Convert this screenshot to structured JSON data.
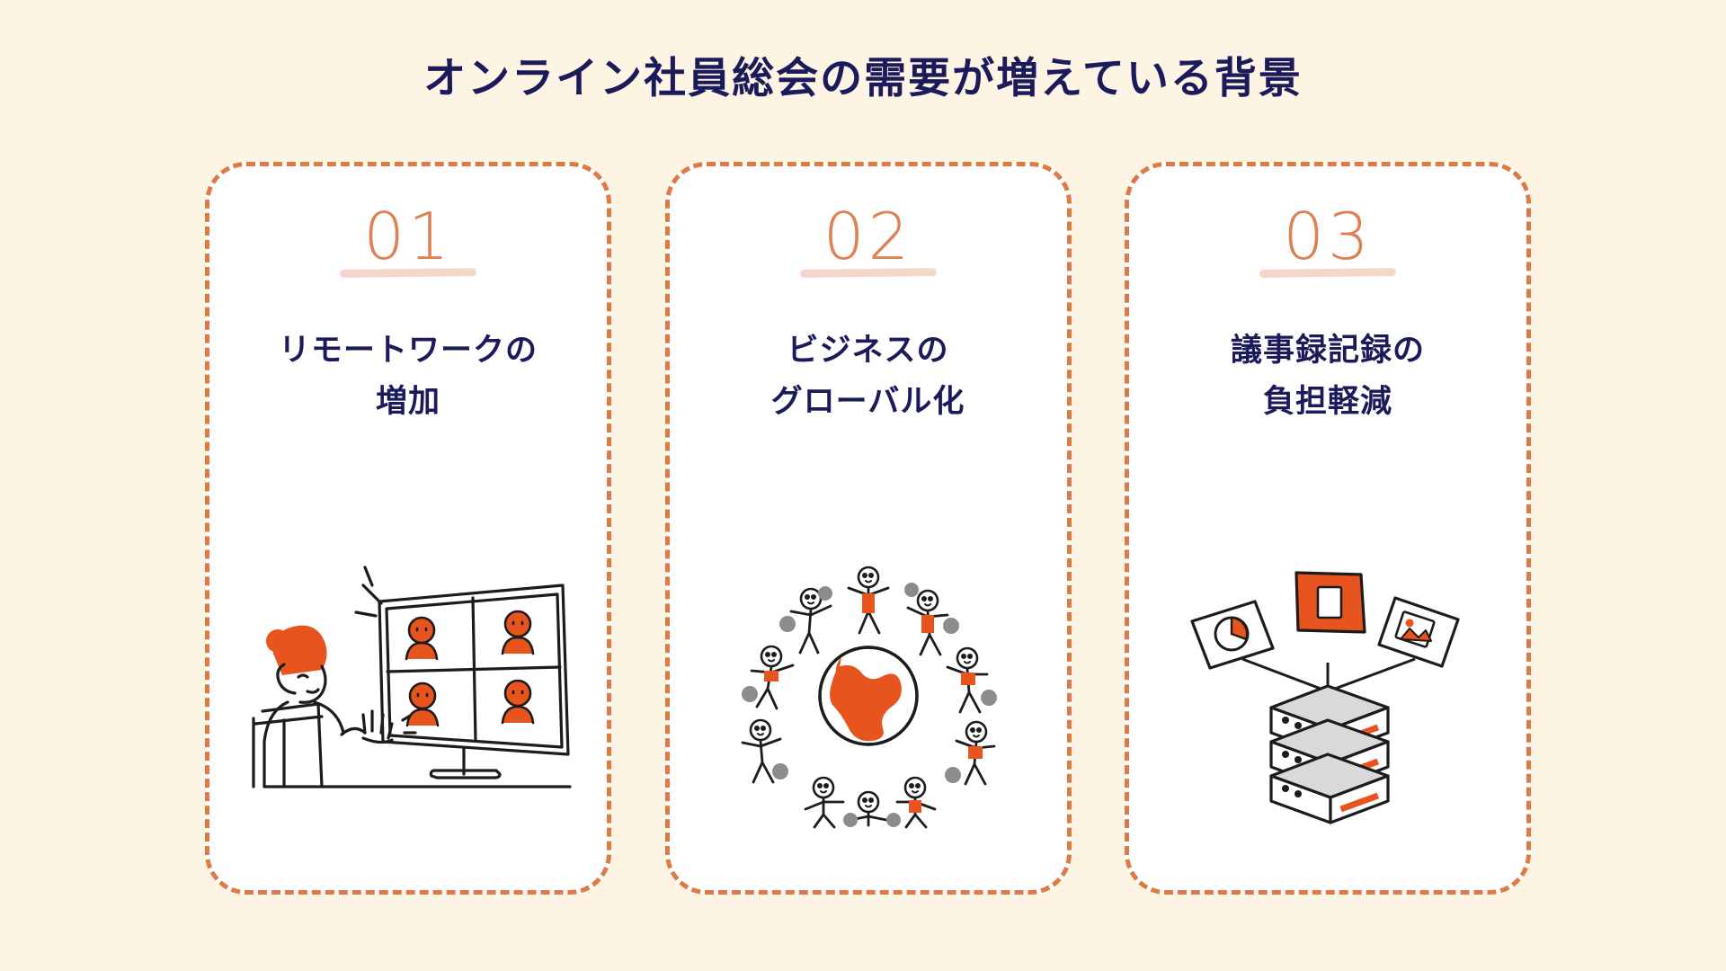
{
  "page": {
    "title": "オンライン社員総会の需要が増えている背景",
    "background_color": "#FDF4E3",
    "title_color": "#1B1B5C",
    "accent_color": "#DE7A45",
    "number_color": "#DD8254",
    "card_background": "#FFFFFF",
    "underline_color": "#F2D0C2"
  },
  "cards": [
    {
      "number": "01",
      "title_line1": "リモートワークの",
      "title_line2": "増加",
      "illustration_name": "person-video-conference-illustration"
    },
    {
      "number": "02",
      "title_line1": "ビジネスの",
      "title_line2": "グローバル化",
      "illustration_name": "globe-people-circle-illustration"
    },
    {
      "number": "03",
      "title_line1": "議事録記録の",
      "title_line2": "負担軽減",
      "illustration_name": "server-documents-illustration"
    }
  ]
}
